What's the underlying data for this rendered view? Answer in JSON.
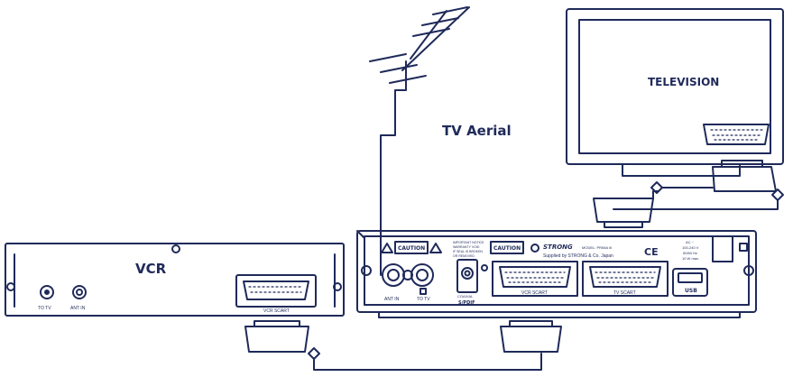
{
  "labels": {
    "television": "TELEVISION",
    "tv_aerial": "TV Aerial",
    "vcr": "VCR"
  },
  "vcr_panel": {
    "to_tv": "TO TV",
    "ant_in": "ANT IN",
    "scart": "VCR SCART"
  },
  "receiver_panel": {
    "caution_1": "CAUTION",
    "caution_2": "CAUTION",
    "important_notice": "IMPORTANT NOTICE",
    "warranty_line_1": "WARRANTY VOID",
    "warranty_line_2": "IF SEAL IS BROKEN",
    "warranty_line_3": "OR REMOVED",
    "brand": "STRONG",
    "model": "MODEL: PRIMA III",
    "supplied_by": "Supplied by STRONG & Co. Japan",
    "ce_mark": "CE",
    "power_1": "AC ~",
    "power_2": "100-240 V",
    "power_3": "50/60 Hz",
    "power_4": "10 W max.",
    "ant_in": "ANT IN",
    "to_tv": "TO TV",
    "coaxial": "COAXIAL",
    "spdif": "S/PDIF",
    "vcr_scart": "VCR SCART",
    "tv_scart": "TV SCART",
    "usb": "USB"
  },
  "colors": {
    "line": "#1f2a5a",
    "background": "#ffffff"
  }
}
